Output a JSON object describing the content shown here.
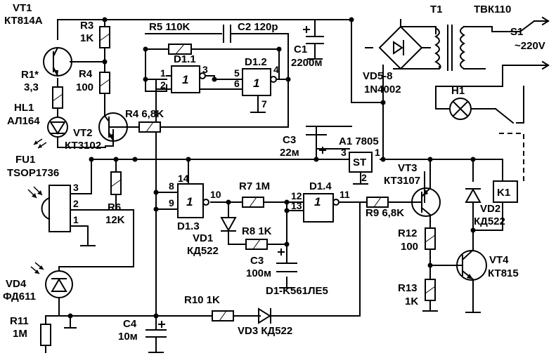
{
  "components": {
    "vt1": {
      "ref": "VT1",
      "part": "КТ814А"
    },
    "r3": {
      "ref": "R3",
      "value": "1K"
    },
    "r4a": {
      "ref": "R4",
      "value": "100"
    },
    "r1": {
      "ref": "R1*",
      "value": "3,3"
    },
    "hl1": {
      "ref": "HL1",
      "part": "АЛ164"
    },
    "vt2": {
      "ref": "VT2",
      "part": "КТ3102"
    },
    "r4b": {
      "label": "R4 6,8K"
    },
    "fu1": {
      "ref": "FU1",
      "part": "TSOP1736"
    },
    "r5": {
      "label": "R5 110K"
    },
    "c2": {
      "label": "C2 120p"
    },
    "d11": {
      "ref": "D1.1"
    },
    "d12": {
      "ref": "D1.2"
    },
    "d13": {
      "ref": "D1.3"
    },
    "d14": {
      "ref": "D1.4"
    },
    "c1": {
      "ref": "C1",
      "value": "2200м"
    },
    "t1": {
      "ref": "T1",
      "part": "ТВК110"
    },
    "s1": {
      "ref": "S1",
      "value": "~220V"
    },
    "vd58": {
      "ref": "VD5-8",
      "part": "1N4002"
    },
    "h1": {
      "ref": "H1"
    },
    "c3a": {
      "ref": "C3",
      "value": "22м"
    },
    "a1": {
      "label": "A1 7805",
      "body": "ST"
    },
    "vt3": {
      "ref": "VT3",
      "part": "КТ3107"
    },
    "k1": {
      "ref": "K1"
    },
    "r6": {
      "ref": "R6",
      "value": "12K"
    },
    "r7": {
      "label": "R7 1M"
    },
    "r8": {
      "label": "R8 1K"
    },
    "vd1": {
      "ref": "VD1",
      "part": "КД522"
    },
    "c3b": {
      "ref": "C3",
      "value": "100м"
    },
    "ic": {
      "label": "D1-K561ЛЕ5"
    },
    "r9": {
      "label": "R9 6,8K"
    },
    "vd2": {
      "ref": "VD2",
      "part": "КД522"
    },
    "r12": {
      "ref": "R12",
      "value": "100"
    },
    "vt4": {
      "ref": "VT4",
      "part": "КТ815"
    },
    "r13": {
      "ref": "R13",
      "value": "1K"
    },
    "vd4": {
      "ref": "VD4",
      "part": "ФД611"
    },
    "r11": {
      "ref": "R11",
      "value": "1M"
    },
    "c4": {
      "ref": "C4",
      "value": "10м"
    },
    "r10": {
      "label": "R10 1K"
    },
    "vd3": {
      "label": "VD3 КД522"
    }
  },
  "gate_symbol": "1",
  "pins": {
    "d11": [
      "1",
      "2",
      "3"
    ],
    "d12": [
      "5",
      "6",
      "4",
      "7"
    ],
    "fu1": [
      "3",
      "2",
      "1"
    ],
    "d13": [
      "8",
      "14",
      "9",
      "10"
    ],
    "d14": [
      "12",
      "13",
      "11"
    ],
    "a1": [
      "3",
      "1",
      "2"
    ]
  }
}
